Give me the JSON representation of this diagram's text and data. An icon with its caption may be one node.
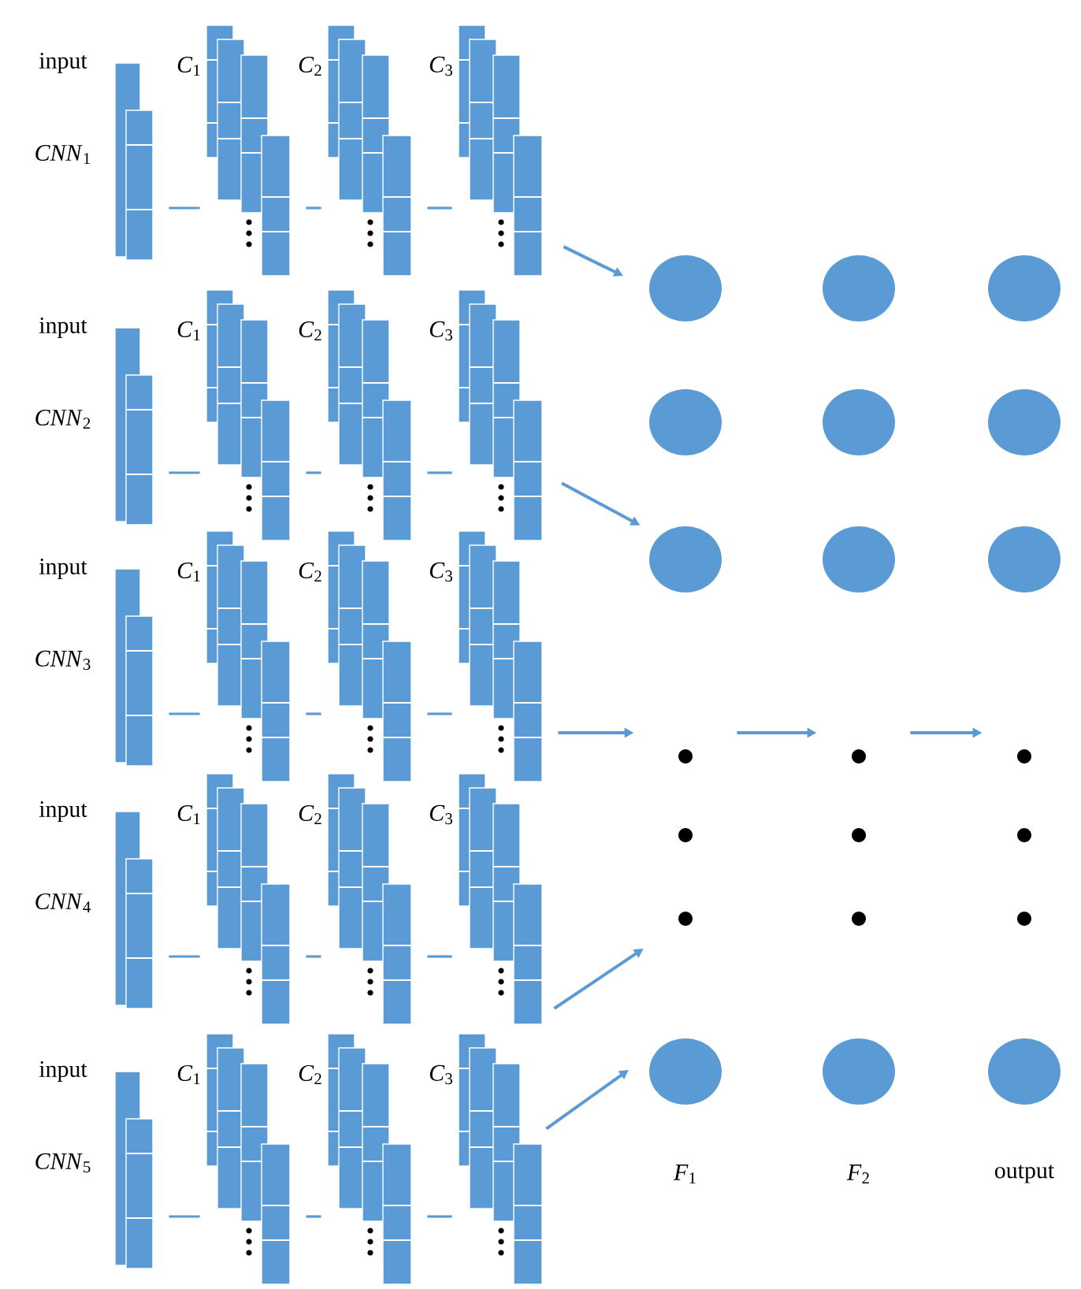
{
  "diagram": {
    "nodes": [
      {
        "text": [],
        "shape": "box",
        "beside": [
          "input",
          "*CNN*$_{1}$"
        ]
      },
      {
        "text": [],
        "shape": "box",
        "beside": [
          "*C*$_{1}$"
        ]
      },
      {
        "text": [],
        "shape": "box",
        "beside": [
          "*C*$_{2}$"
        ]
      },
      {
        "text": [],
        "shape": "box",
        "beside": [
          "*C*$_{3}$"
        ]
      },
      {
        "text": [],
        "shape": "box",
        "beside": [
          "input",
          "*CNN*$_{2}$"
        ]
      },
      {
        "text": [],
        "shape": "box",
        "beside": [
          "*C*$_{1}$"
        ]
      },
      {
        "text": [],
        "shape": "box",
        "beside": [
          "*C*$_{2}$"
        ]
      },
      {
        "text": [],
        "shape": "box",
        "beside": [
          "*C*$_{3}$"
        ]
      },
      {
        "text": [],
        "shape": "box",
        "beside": [
          "input",
          "*CNN*$_{3}$"
        ]
      },
      {
        "text": [],
        "shape": "box",
        "beside": [
          "*C*$_{1}$"
        ]
      },
      {
        "text": [],
        "shape": "box",
        "beside": [
          "*C*$_{2}$"
        ]
      },
      {
        "text": [],
        "shape": "box",
        "beside": [
          "*C*$_{3}$"
        ]
      },
      {
        "text": [],
        "shape": "box",
        "beside": [
          "input",
          "*CNN*$_{4}$"
        ]
      },
      {
        "text": [],
        "shape": "box",
        "beside": [
          "*C*$_{1}$"
        ]
      },
      {
        "text": [],
        "shape": "box",
        "beside": [
          "*C*$_{2}$"
        ]
      },
      {
        "text": [],
        "shape": "box",
        "beside": [
          "*C*$_{3}$"
        ]
      },
      {
        "text": [],
        "shape": "box",
        "beside": [
          "input",
          "*CNN*$_{5}$"
        ]
      },
      {
        "text": [],
        "shape": "box",
        "beside": [
          "*C*$_{1}$"
        ]
      },
      {
        "text": [],
        "shape": "box",
        "beside": [
          "*C*$_{2}$"
        ]
      },
      {
        "text": [],
        "shape": "box",
        "beside": [
          "*C*$_{3}$"
        ]
      },
      {
        "text": [],
        "shape": "circle"
      },
      {
        "text": [],
        "shape": "circle"
      },
      {
        "text": [],
        "shape": "circle"
      },
      {
        "text": [],
        "shape": "circle"
      },
      {
        "text": [],
        "shape": "circle"
      },
      {
        "text": [],
        "shape": "circle"
      },
      {
        "text": [],
        "shape": "circle"
      },
      {
        "text": [],
        "shape": "circle"
      },
      {
        "text": [],
        "shape": "circle"
      },
      {
        "text": [],
        "shape": "dot"
      },
      {
        "text": [],
        "shape": "dot"
      },
      {
        "text": [],
        "shape": "dot"
      },
      {
        "text": [],
        "shape": "dot"
      },
      {
        "text": [],
        "shape": "dot"
      },
      {
        "text": [],
        "shape": "dot"
      },
      {
        "text": [],
        "shape": "dot"
      },
      {
        "text": [],
        "shape": "dot"
      },
      {
        "text": [],
        "shape": "dot"
      },
      {
        "text": [],
        "shape": "circle",
        "beside": [
          "*F*$_{1}$"
        ]
      },
      {
        "text": [],
        "shape": "circle",
        "beside": [
          "*F*$_{2}$"
        ]
      },
      {
        "text": [],
        "shape": "circle",
        "beside": [
          "output"
        ]
      }
    ],
    "edges": [
      {
        "from": 0,
        "to": 1,
        "arrow": "none"
      },
      {
        "from": 1,
        "to": 2,
        "arrow": "none"
      },
      {
        "from": 2,
        "to": 3,
        "arrow": "none"
      },
      {
        "from": 4,
        "to": 5,
        "arrow": "none"
      },
      {
        "from": 5,
        "to": 6,
        "arrow": "none"
      },
      {
        "from": 6,
        "to": 7,
        "arrow": "none"
      },
      {
        "from": 8,
        "to": 9,
        "arrow": "none"
      },
      {
        "from": 9,
        "to": 10,
        "arrow": "none"
      },
      {
        "from": 10,
        "to": 11,
        "arrow": "none"
      },
      {
        "from": 12,
        "to": 13,
        "arrow": "none"
      },
      {
        "from": 13,
        "to": 14,
        "arrow": "none"
      },
      {
        "from": 14,
        "to": 15,
        "arrow": "none"
      },
      {
        "from": 16,
        "to": 17,
        "arrow": "none"
      },
      {
        "from": 17,
        "to": 18,
        "arrow": "none"
      },
      {
        "from": 18,
        "to": 19,
        "arrow": "none"
      },
      {
        "from": 3,
        "to": 20,
        "arrow": "to"
      },
      {
        "from": 7,
        "to": 26,
        "arrow": "to"
      },
      {
        "from": 11,
        "to": 29,
        "arrow": "to"
      },
      {
        "from": 15,
        "to": 35,
        "arrow": "to"
      },
      {
        "from": 19,
        "to": 38,
        "arrow": "to"
      },
      {
        "from": 29,
        "to": 30,
        "arrow": "to"
      },
      {
        "from": 30,
        "to": 31,
        "arrow": "to"
      }
    ]
  }
}
